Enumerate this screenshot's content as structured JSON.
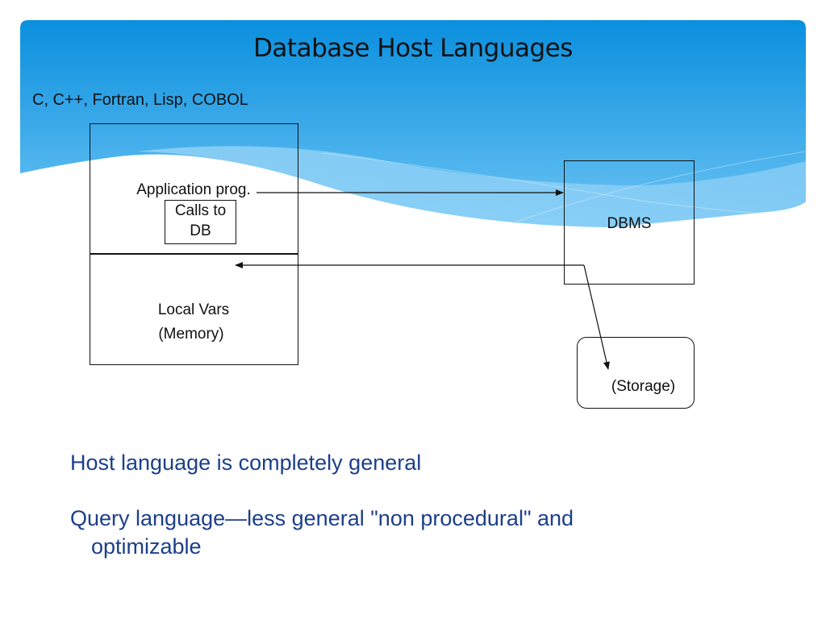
{
  "slide": {
    "title": "Database Host Languages",
    "subtitle": "C, C++, Fortran, Lisp, COBOL",
    "accent_color": "#0f93df",
    "bullet_color": "#1c3f8a"
  },
  "diagram": {
    "app_box": {
      "label": "Application prog.",
      "inner_box_line1": "Calls to",
      "inner_box_line2": "DB",
      "lower_line1": "Local Vars",
      "lower_line2": "(Memory)"
    },
    "dbms_box": {
      "label": "DBMS"
    },
    "storage_box": {
      "label": "(Storage)"
    },
    "arrows": [
      {
        "from": "Application prog.",
        "to": "DBMS"
      },
      {
        "from": "DBMS",
        "to": "Local Vars (Memory)"
      },
      {
        "from": "DBMS",
        "to": "(Storage)"
      }
    ]
  },
  "bullets": [
    {
      "text": "Host language is completely general"
    },
    {
      "text": "Query language—less general \"non procedural\" and",
      "continuation": "optimizable"
    }
  ]
}
